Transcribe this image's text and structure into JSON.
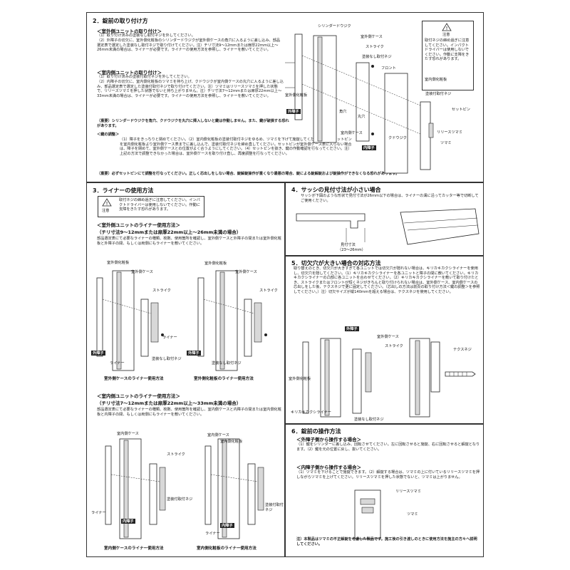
{
  "s2": {
    "title": "2．錠前の取り付け方",
    "outdoor": {
      "heading": "＜室外側ユニットの取り付け＞",
      "step1": "（1）取り付け済みの塗装なし取付ネジを外してください。",
      "step2": "（2）外障子の切欠に、室外側化粧板のシリンダードウジクが室外側ケースの角穴に入るように差し込み、部品選定表で選定した塗装なし取付ネジで取り付けてください。注）チリ寸法9〜12mmまたは扉厚22mm以上〜26mm未満の場合は、ライナーが必要です。ライナーの使用方法を参照し、ライナーを敷いてください。"
    },
    "indoor": {
      "heading": "＜室内側ユニットの取り付け＞",
      "step1": "（1）取り付け済みの塗装付取付ネジを外してください。",
      "step2": "（2）内障子の切欠に、室内側化粧板のツマミを持ち上げ、クドウジクが室内側ケースの丸穴に入るように差し込み、部品選定表で選定した塗装付取付ネジで取り付けてください。注）ツマミはリリースツマミを押した状態で、リリースツマミを押した状態でないと持ち上がりません。注）チリ寸法7〜12mmまたは扉厚22mm以上〜33mm未満の場合は、ライナーが必要です。ライナーの使用方法を参照し、ライナーを敷いてください。"
    },
    "important": "（重要）シリンダードウジクを角穴、クドウジクを丸穴に挿入しないと鍵は作動しません。また、鍵が破損する恐れがあります。",
    "adjust": {
      "heading": "＜鍵の調整＞",
      "steps": "（1）障子をきっちりと閉めてください。（2）室内側化粧板の塗装付取付ネジをゆるめ、ツマミを下げて施錠してください。（3）セットピンを室内側化粧板より室外側ケース表までに差し込んで、塗装付取付ネジを締め直してください。セットピンが室外側ケース表に入らない場合は、障子を閉めて、室外側ケースとの位置がよく合うようにしてください。（4）セットピンを抜き、鍵の作動確認を行なってください。注）上記の方法で調整できなかった場合は、室外側ケースを取り付け直し、再度調整を行なってください。"
    },
    "final_note": "（重要）必ずセットピンにて調整を行なってください。正しく芯出しをしない場合、錠解錠操作が重くなり最悪の場合、錠による錠解錠および錠操作ができなくなる恐れがあります。",
    "caution": {
      "label": "注意",
      "text": "取付ネジの締め過ぎに注意してください。インパクトドライバーは使用しないでください。作動に支障をきたす恐れがあります。"
    },
    "diagram": {
      "cylinder_sleeve": "シリンダードウジク",
      "outdoor_case": "室外側ケース",
      "strike": "ストライク",
      "uncoated_screw": "塗装なし取付ネジ",
      "front": "フロント",
      "outdoor_plate": "室外側化粧板",
      "outer_door": "外障子",
      "square_hole": "角穴",
      "round_hole": "丸穴",
      "indoor_case": "室内側ケース",
      "knob_sleeve": "クドウジク",
      "inner_door": "内障子",
      "indoor_plate": "室内側化粧板",
      "coated_screw": "塗装付取付ネジ",
      "set_pin": "セットピン",
      "release_knob": "リリースツマミ",
      "knob": "ツマミ"
    }
  },
  "s3": {
    "title": "3．ライナーの使用方法",
    "caution": {
      "label": "注意",
      "text": "取付ネジの締め過ぎに注意してください。インパクトドライバーは使用しないでください。作動に支障をきたす恐れがあります。"
    },
    "outdoor": {
      "heading": "＜室外側ユニットのライナー使用方法＞",
      "range": "（チリ寸法9〜12mmまたは扉厚22mm以上〜26mm未満の場合）",
      "text": "部品選定表にて必要なライナーの種類、枚数、使用箇所を確認し、室外側ケースと外障子の間または室外側化粧板と外障子の間、もしくは両側にもライナーを敷いてください。"
    },
    "indoor": {
      "heading": "＜室内側ユニットのライナー使用方法＞",
      "range": "（チリ寸法7〜12mmまたは扉厚22mm以上〜33mm未満の場合）",
      "text": "部品選定表にて必要なライナーの種類、枚数、使用箇所を確認し、室内側ケースと内障子の間または室内側化粧板と内障子の間、もしくは両側にもライナーを敷いてください。"
    },
    "diagram": {
      "outdoor_plate": "室外側化粧板",
      "outdoor_case": "室外側ケース",
      "strike": "ストライク",
      "outer_door": "外障子",
      "liner": "ライナー",
      "uncoated_screw": "塗装なし取付ネジ",
      "uncoated_screw_short": "塗装なし取付ネジ",
      "caption_case": "室外側ケースのライナー使用方法",
      "caption_plate": "室外側化粧板のライナー使用方法",
      "indoor_case": "室内側ケース",
      "indoor_plate": "室内側化粧板",
      "inner_door": "内障子",
      "coated_screw": "塗装付取付ネジ",
      "caption_indoor_case": "室内側ケースのライナー使用方法",
      "caption_indoor_plate": "室内側化粧板のライナー使用方法"
    }
  },
  "s4": {
    "title": "4．サッシの見付寸法が小さい場合",
    "text": "サッシが下図のような形状で見付寸法が26mm以下の場合は、ライナーの溝に沿ってカッター等で切断してご使用ください。",
    "visible_width": "見付寸法",
    "width_range": "（23〜26mm）"
  },
  "s5": {
    "title": "5．切欠穴が大きい場合の対応方法",
    "text": "取り替えのとき、切欠穴が大きすぎて各ユニットでは切欠穴が隠れない場合は、キリカキカクシライナーを使用し、切欠穴を隠してください。（1）キリカキカクシライナーを各ユニットと障子の間に敷いてください。キリカキカクシライナーの凸部に各ユニットを合わせてください。（2）キリカキカクシライナーを敷いて取り付けたとき、ストライクまたはフロントが短くネジがきちんと取り付けられない場合は、室外側ケース、室内側ケースの芯出しをした後、テクスネジで更に固定してください。（芯出しの方法は前頁の取り付け方法＜鍵の調整＞を参照してください。）注）切欠サイズが縦140mmを超える場合は、テクスネジを使用してください。",
    "diagram": {
      "outer_door": "外障子",
      "outdoor_case": "室外側ケース",
      "strike": "ストライク",
      "outdoor_plate": "室外側化粧板",
      "kirikaki_liner": "キリカキカクシライナー",
      "uncoated_screw": "塗装なし取付ネジ",
      "tex_screw": "テクスネジ"
    }
  },
  "s6": {
    "title": "6．錠前の操作方法",
    "outside": {
      "heading": "＜外障子側から操作する場合＞",
      "steps": "（1）鍵をシリンダーに差し込み、回転させてください。左に回転させると施錠、右に回転させると解錠となります。（2）鍵を元の位置に戻し、抜いてください。"
    },
    "inside": {
      "heading": "＜内障子側から操作する場合＞",
      "steps": "（1）ツマミを下げることで施錠できます。（2）解錠する場合は、ツマミの上に付いているリリースツマミを押しながらツマミを上げてください。リリースツマミを押した状態でないと、ツマミは上がりません。"
    },
    "release_knob": "リリースツマミ",
    "knob": "ツマミ",
    "note": "注）本製品はツマミの不正解錠を考慮した製品です。施工後の引き渡しのときに使用方法を施主の方々へ説明してください。"
  }
}
